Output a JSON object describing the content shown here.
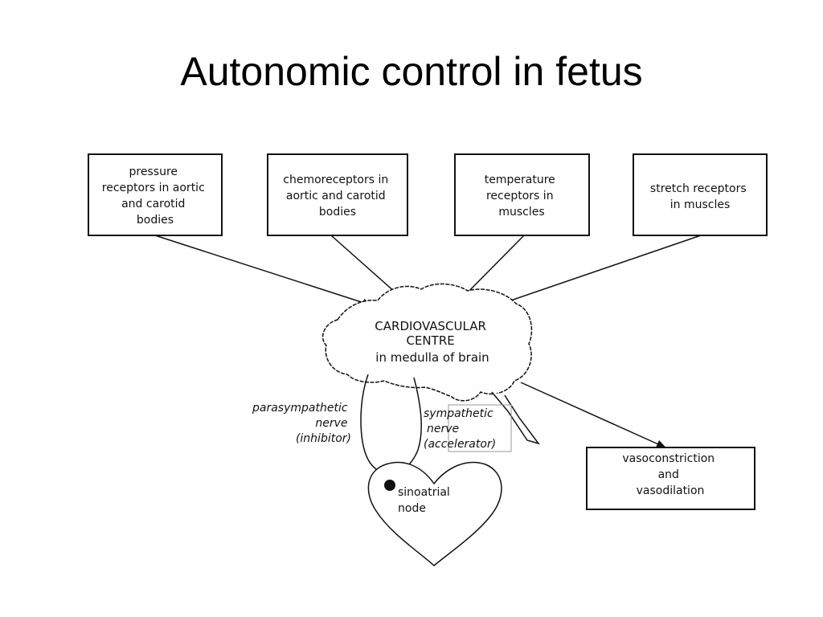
{
  "slide": {
    "title": "Autonomic control in fetus"
  },
  "receptors": [
    {
      "lines": [
        "pressure",
        "receptors in aortic",
        "and carotid",
        "bodies"
      ]
    },
    {
      "lines": [
        "chemoreceptors in",
        "aortic and carotid",
        "bodies"
      ]
    },
    {
      "lines": [
        "temperature",
        "receptors in",
        "muscles"
      ]
    },
    {
      "lines": [
        "stretch receptors",
        "in muscles"
      ]
    }
  ],
  "centre": {
    "lines": [
      "CARDIOVASCULAR",
      "CENTRE",
      "in medulla of brain"
    ]
  },
  "nerves": {
    "parasympathetic": [
      "parasympathetic",
      "nerve",
      "(inhibitor)"
    ],
    "sympathetic": [
      "sympathetic",
      "nerve",
      "(accelerator)"
    ]
  },
  "heart": {
    "lines": [
      "sinoatrial",
      "node"
    ]
  },
  "vaso": {
    "lines": [
      "vasoconstriction",
      "and",
      "vasodilation"
    ]
  }
}
